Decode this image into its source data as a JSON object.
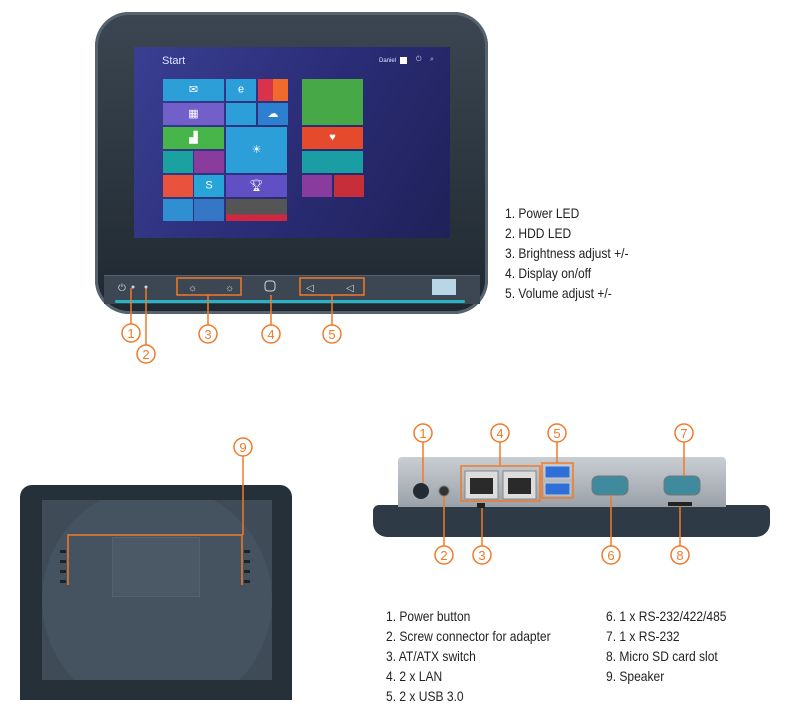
{
  "front": {
    "screen": {
      "title": "Start",
      "user": "Daniel"
    },
    "legend": [
      "1. Power LED",
      "2. HDD LED",
      "3. Brightness adjust +/-",
      "4. Display on/off",
      "5. Volume adjust +/-"
    ],
    "callouts": [
      "1",
      "2",
      "3",
      "4",
      "5"
    ]
  },
  "back": {
    "callouts": [
      "9"
    ]
  },
  "side": {
    "callouts": [
      "1",
      "2",
      "3",
      "4",
      "5",
      "6",
      "7",
      "8"
    ],
    "legend_left": [
      "1. Power button",
      "2. Screw connector for adapter",
      "3. AT/ATX switch",
      "4. 2 x LAN",
      "5. 2 x USB 3.0"
    ],
    "legend_right": [
      "6. 1 x RS-232/422/485",
      "7. 1 x RS-232",
      "8. Micro SD card slot",
      "9. Speaker"
    ]
  },
  "colors": {
    "accent": "#f07a2a",
    "bezel": "#2f3b46",
    "screen": "#2a2f7a",
    "teal": "#27b3c4"
  }
}
